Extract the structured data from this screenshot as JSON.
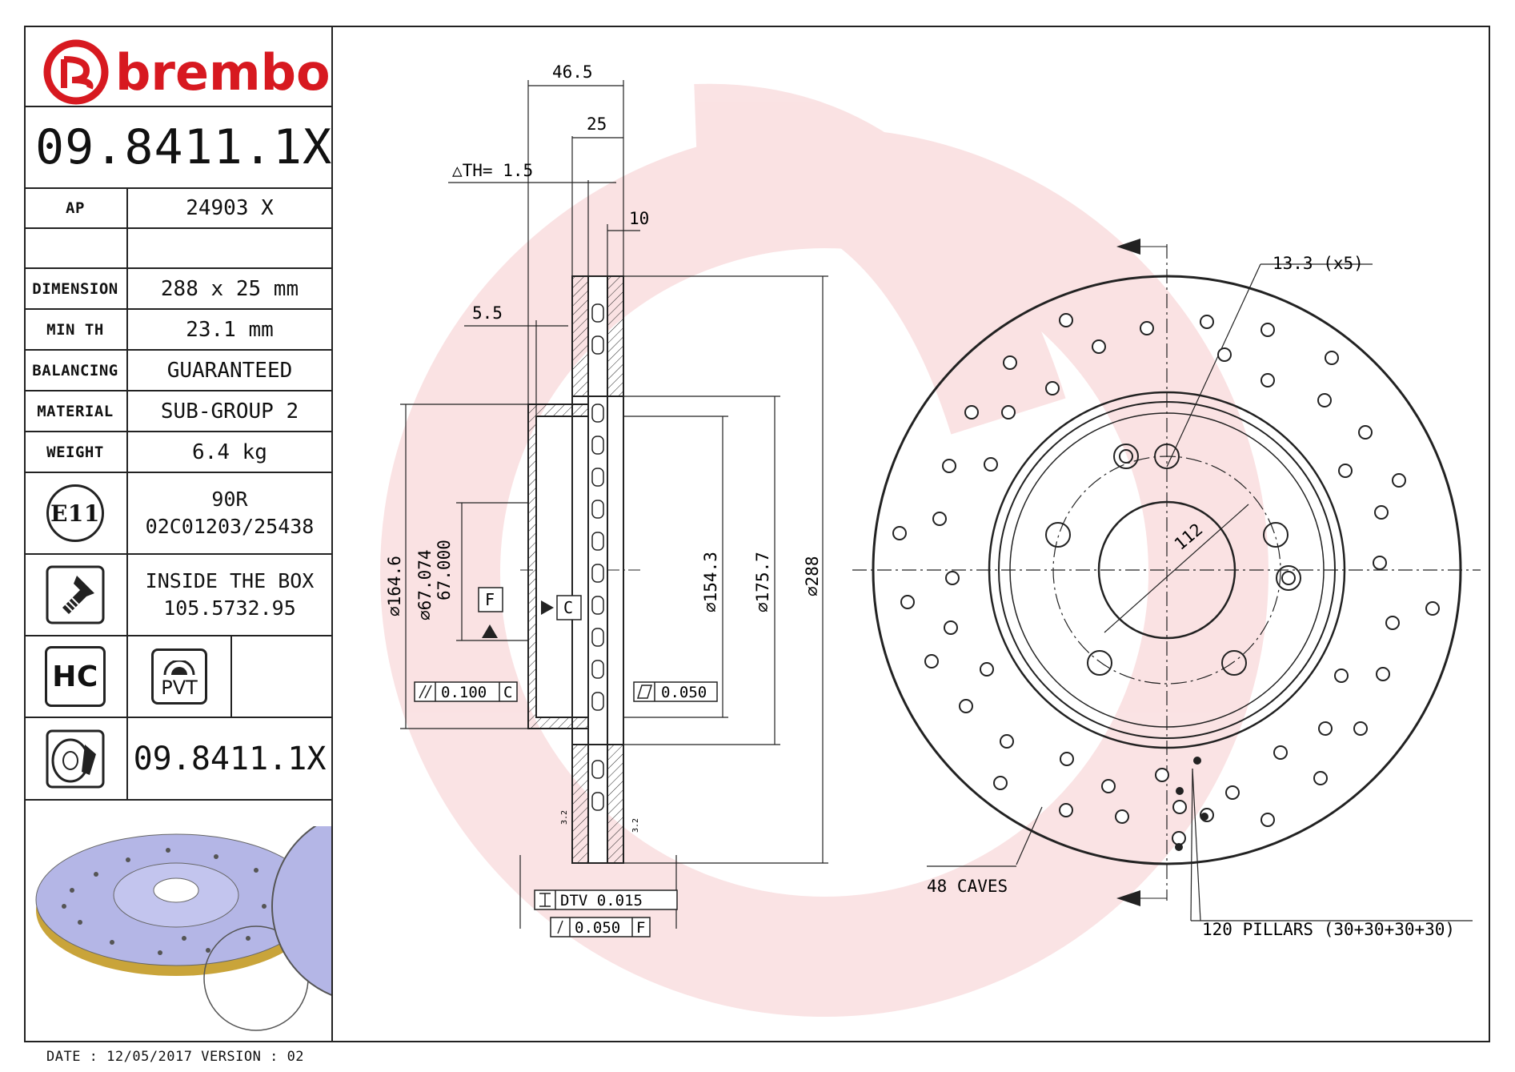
{
  "brand": {
    "name": "brembo",
    "color": "#d71920"
  },
  "part_number": "09.8411.1X",
  "specs": [
    {
      "label": "AP",
      "value": "24903 X"
    },
    {
      "label": "",
      "value": ""
    },
    {
      "label": "DIMENSION",
      "value": "288 x 25 mm"
    },
    {
      "label": "MIN TH",
      "value": "23.1 mm"
    },
    {
      "label": "BALANCING",
      "value": "GUARANTEED"
    },
    {
      "label": "MATERIAL",
      "value": "SUB-GROUP 2"
    },
    {
      "label": "WEIGHT",
      "value": "6.4 kg"
    }
  ],
  "ece": {
    "badge": "E11",
    "line1": "90R",
    "line2": "02C01203/25438"
  },
  "box": {
    "icon": "screw-icon",
    "line1": "INSIDE THE BOX",
    "line2": "105.5732.95"
  },
  "badges": {
    "hc": "HC",
    "pvt": "PVT"
  },
  "bottom_part_number": "09.8411.1X",
  "footer": "DATE : 12/05/2017 VERSION : 02",
  "dims": {
    "d46_5": "46.5",
    "d25": "25",
    "dth": "△TH= 1.5",
    "d10": "10",
    "d5_5": "5.5",
    "d164_6": "∅164.6",
    "d67_074": "∅67.074",
    "d67_000": "67.000",
    "d154_3": "∅154.3",
    "d175_7": "∅175.7",
    "d288": "∅288",
    "datum_f": "F",
    "datum_c": "C",
    "tol_parallel": "0.100",
    "tol_parallel_ref": "C",
    "tol_flat": "0.050",
    "dtv": "DTV 0.015",
    "runout": "0.050",
    "runout_ref": "F",
    "rough1": "3.2",
    "rough2": "3.2",
    "holes": "13.3 (x5)",
    "pcd": "112",
    "caves": "48 CAVES",
    "pillars": "120 PILLARS (30+30+30+30)"
  }
}
